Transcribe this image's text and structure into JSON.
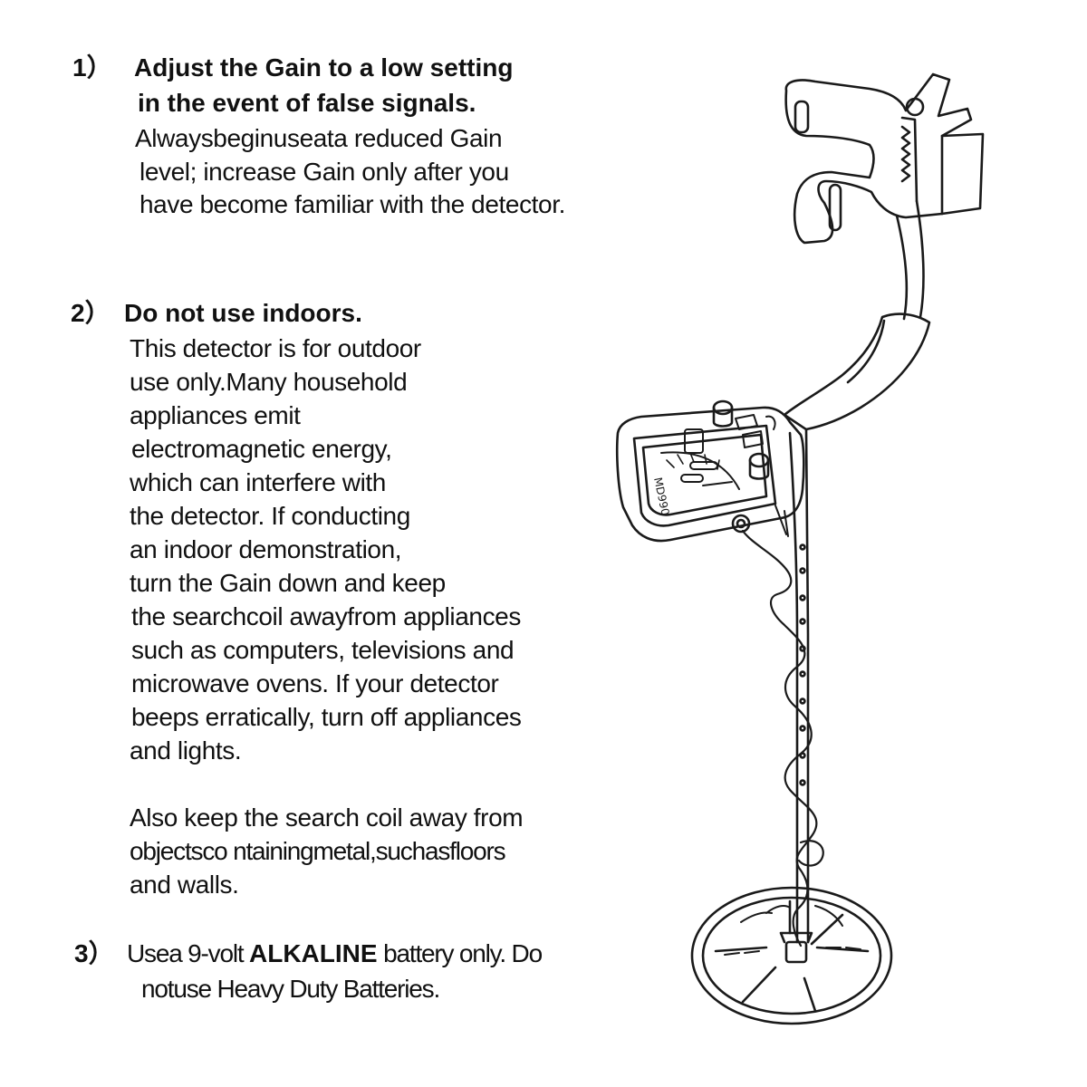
{
  "items": [
    {
      "number": "1）",
      "heading": [
        "Adjust the Gain to a low setting",
        "in the event of false signals."
      ],
      "body": [
        "Alwaysbeginuseata reduced Gain",
        "level;   increase Gain only after you",
        "have become familiar with the detector."
      ]
    },
    {
      "number": "2）",
      "heading": [
        "Do not use indoors."
      ],
      "body": [
        "This detector is for outdoor",
        "use only.Many household",
        "appliances emit",
        "electromagnetic energy,",
        "which can interfere with",
        "the detector.  If conducting",
        "an indoor demonstration,",
        "turn the Gain down and keep",
        "the searchcoil awayfrom appliances",
        "such as computers, televisions and",
        "microwave ovens.  If your detector",
        "beeps erratically,  turn off appliances",
        "and lights."
      ],
      "body2": [
        "Also keep the search coil away from",
        "objectsco ntainingmetal,suchasfloors",
        "and walls."
      ]
    },
    {
      "number": "3）",
      "line1_pre": "Usea 9-volt ",
      "line1_bold": "ALKALINE",
      "line1_post": " battery only. Do",
      "line2": "notuse Heavy Duty Batteries."
    }
  ],
  "illustration": {
    "model_label": "MD990",
    "icon": "metal-detector-illustration"
  },
  "colors": {
    "text": "#111111",
    "line": "#1a1a1a",
    "background": "#ffffff"
  }
}
